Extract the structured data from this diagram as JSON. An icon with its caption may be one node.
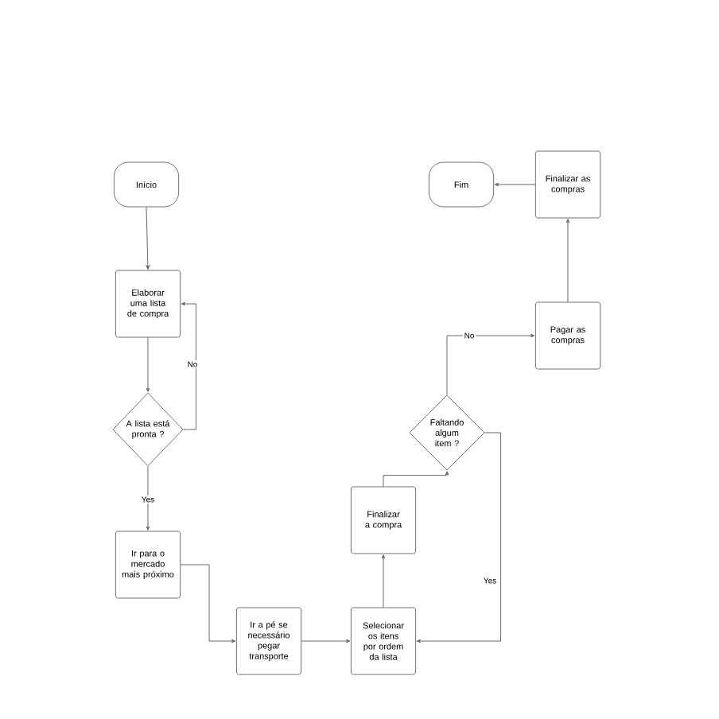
{
  "diagram": {
    "nodes": [
      {
        "text": [
          "Início"
        ]
      },
      {
        "text": [
          "Elaborar uma lista de compra"
        ]
      },
      {
        "text": [
          "A lista está pronta ?"
        ]
      },
      {
        "text": [
          "Ir para o mercado mais próximo"
        ]
      },
      {
        "text": [
          "Ir a pé se necessário pegar transporte"
        ]
      },
      {
        "text": [
          "Selecionar os itens por ordem da lista"
        ]
      },
      {
        "text": [
          "Finalizar a compra"
        ]
      },
      {
        "text": [
          "Faltando algum item ?"
        ]
      },
      {
        "text": [
          "Pagar as compras"
        ]
      },
      {
        "text": [
          "Finalizar as compras"
        ]
      },
      {
        "text": [
          "Fim"
        ]
      }
    ],
    "edges": [
      {
        "from": 0,
        "to": 1,
        "arrow": "to"
      },
      {
        "from": 1,
        "to": 2,
        "arrow": "to"
      },
      {
        "from": 2,
        "to": 1,
        "arrow": "to",
        "label": "No"
      },
      {
        "from": 2,
        "to": 3,
        "arrow": "to",
        "label": "Yes"
      },
      {
        "from": 3,
        "to": 4,
        "arrow": "to"
      },
      {
        "from": 4,
        "to": 5,
        "arrow": "to"
      },
      {
        "from": 5,
        "to": 6,
        "arrow": "to"
      },
      {
        "from": 6,
        "to": 7,
        "arrow": "to"
      },
      {
        "from": 7,
        "to": 8,
        "arrow": "to",
        "label": "No"
      },
      {
        "from": 7,
        "to": 5,
        "arrow": "to",
        "label": "Yes"
      },
      {
        "from": 8,
        "to": 9,
        "arrow": "to"
      },
      {
        "from": 9,
        "to": 10,
        "arrow": "to"
      }
    ]
  }
}
